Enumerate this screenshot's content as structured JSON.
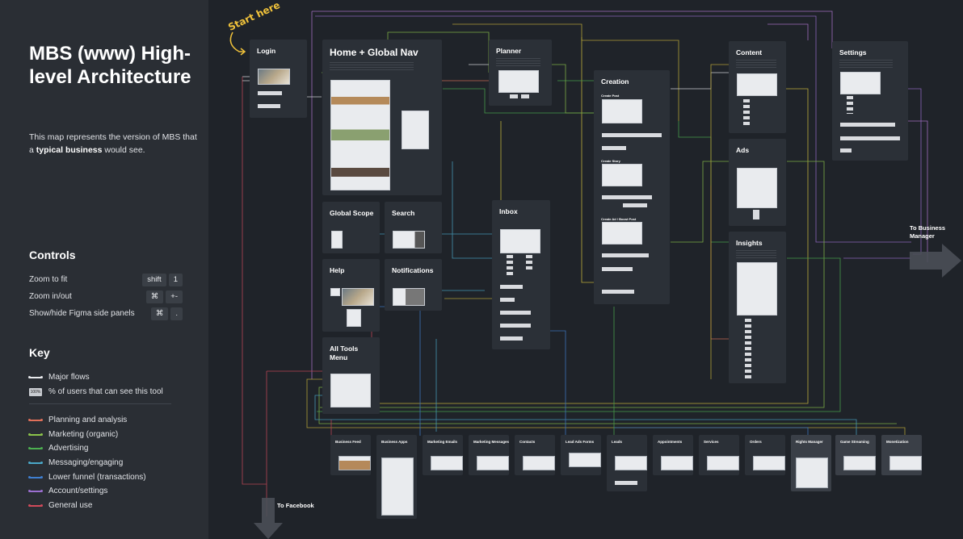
{
  "sidebar": {
    "title": "MBS (www) High-level Architecture",
    "description_pre": "This map represents the version of MBS that a ",
    "description_bold": "typical business",
    "description_post": " would see.",
    "controls_heading": "Controls",
    "controls": [
      {
        "label": "Zoom to fit",
        "keys": [
          "shift",
          "1"
        ]
      },
      {
        "label": "Zoom in/out",
        "keys": [
          "⌘",
          "+-"
        ]
      },
      {
        "label": "Show/hide Figma side panels",
        "keys": [
          "⌘",
          "."
        ]
      }
    ],
    "key_heading": "Key",
    "key_major": "Major flows",
    "key_pct_badge": "100%",
    "key_pct": "% of users that can see this tool",
    "legend": [
      {
        "label": "Planning and analysis",
        "color": "#e0705a"
      },
      {
        "label": "Marketing (organic)",
        "color": "#8bc34a"
      },
      {
        "label": "Advertising",
        "color": "#4caf50"
      },
      {
        "label": "Messaging/engaging",
        "color": "#4aa8c8"
      },
      {
        "label": "Lower funnel (transactions)",
        "color": "#3f7fd0"
      },
      {
        "label": "Account/settings",
        "color": "#9b6fd0"
      },
      {
        "label": "General use",
        "color": "#d04a5a"
      }
    ]
  },
  "canvas": {
    "start_here": "Start here",
    "to_business_manager": "To Business Manager",
    "to_facebook": "To Facebook",
    "cards": {
      "login": "Login",
      "home": "Home + Global Nav",
      "planner": "Planner",
      "creation": "Creation",
      "creation_sub1": "Create Post",
      "creation_sub2": "Create Story",
      "creation_sub3": "Create Ad / Boost Post",
      "content": "Content",
      "ads": "Ads",
      "insights": "Insights",
      "settings": "Settings",
      "global_scope": "Global Scope",
      "search": "Search",
      "inbox": "Inbox",
      "help": "Help",
      "notifications": "Notifications",
      "all_tools": "All Tools Menu"
    },
    "bottom_tools": [
      "Business Feed",
      "Business Apps",
      "Marketing Emails",
      "Marketing Messages",
      "Contacts",
      "Lead Ads Forms",
      "Leads",
      "Appointments",
      "Services",
      "Orders",
      "Rights Manager",
      "Game Streaming",
      "Monetization"
    ]
  }
}
